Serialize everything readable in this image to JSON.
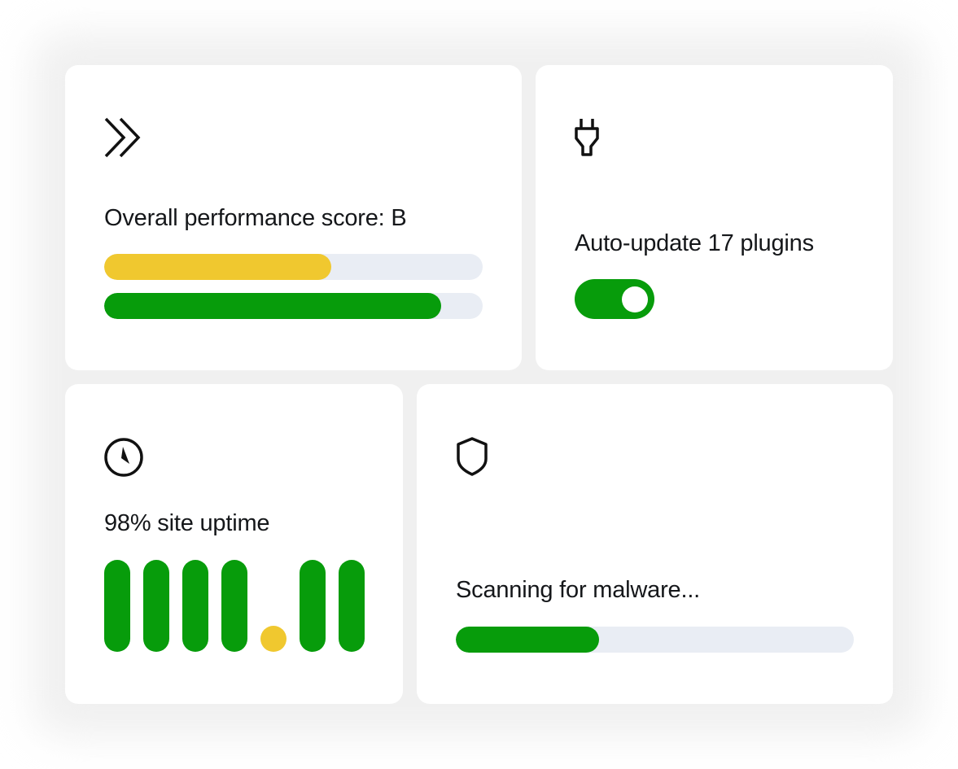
{
  "colors": {
    "green": "#079c0b",
    "yellow": "#f0c82f",
    "track": "#e9edf4"
  },
  "performance": {
    "icon": "double-chevron-right-icon",
    "label": "Overall performance score: B",
    "bars": [
      {
        "value": 0.6,
        "color": "#f0c82f"
      },
      {
        "value": 0.89,
        "color": "#079c0b"
      }
    ]
  },
  "plugins": {
    "icon": "plug-icon",
    "label": "Auto-update 17 plugins",
    "toggle_on": true
  },
  "uptime": {
    "icon": "clock-icon",
    "label": "98% site uptime",
    "days": [
      {
        "up": true
      },
      {
        "up": true
      },
      {
        "up": true
      },
      {
        "up": true
      },
      {
        "up": false
      },
      {
        "up": true
      },
      {
        "up": true
      }
    ]
  },
  "malware": {
    "icon": "shield-icon",
    "label": "Scanning for malware...",
    "progress": 0.36
  }
}
